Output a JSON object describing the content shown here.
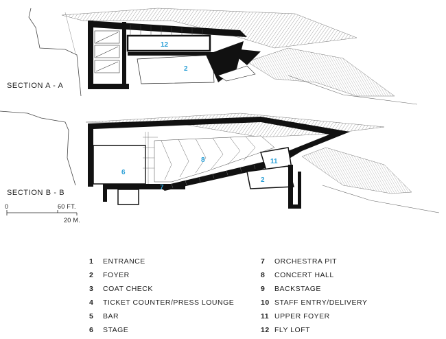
{
  "sections": {
    "a": "SECTION A - A",
    "b": "SECTION B - B"
  },
  "section_a_markers": [
    "12",
    "2"
  ],
  "section_b_markers": [
    "6",
    "8",
    "11",
    "7",
    "2"
  ],
  "scale": {
    "zero": "0",
    "feet": "60 FT.",
    "meters": "20 M."
  },
  "legend_left": [
    {
      "num": "1",
      "label": "ENTRANCE"
    },
    {
      "num": "2",
      "label": "FOYER"
    },
    {
      "num": "3",
      "label": "COAT CHECK"
    },
    {
      "num": "4",
      "label": "TICKET COUNTER/PRESS LOUNGE"
    },
    {
      "num": "5",
      "label": "BAR"
    },
    {
      "num": "6",
      "label": "STAGE"
    }
  ],
  "legend_right": [
    {
      "num": "7",
      "label": "ORCHESTRA PIT"
    },
    {
      "num": "8",
      "label": "CONCERT HALL"
    },
    {
      "num": "9",
      "label": "BACKSTAGE"
    },
    {
      "num": "10",
      "label": "STAFF ENTRY/DELIVERY"
    },
    {
      "num": "11",
      "label": "UPPER FOYER"
    },
    {
      "num": "12",
      "label": "FLY LOFT"
    }
  ],
  "colors": {
    "marker_blue": "#2a9fd6",
    "wall": "#111111",
    "roof_hatch": "#9a9a9a"
  }
}
